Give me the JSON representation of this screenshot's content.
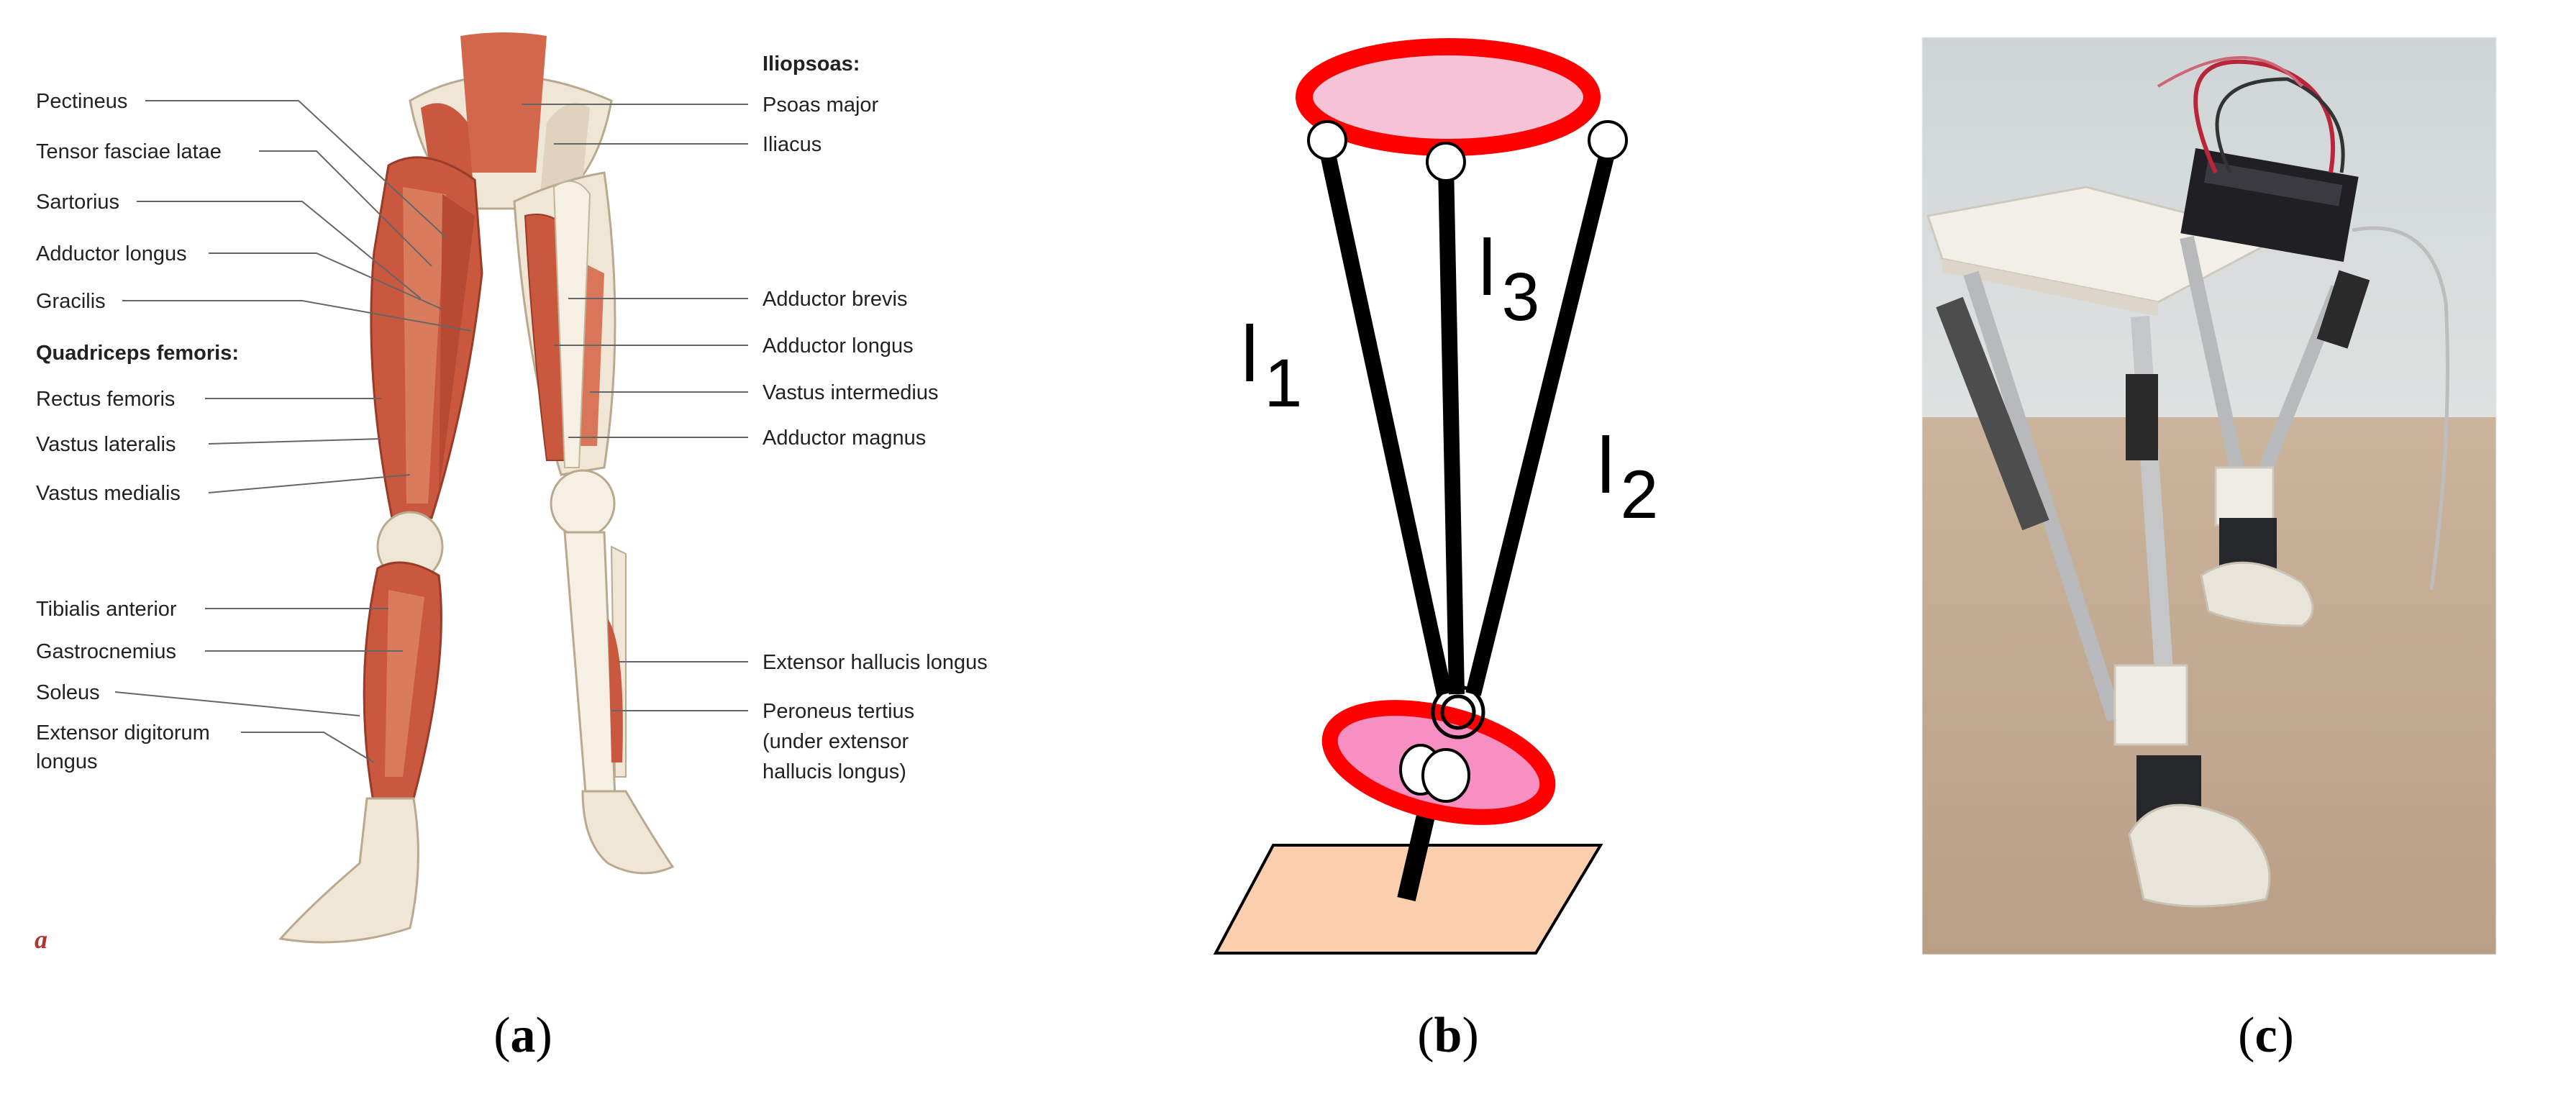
{
  "panel_a": {
    "labels_left": {
      "pectineus": "Pectineus",
      "tensor_fasciae_latae": "Tensor fasciae latae",
      "sartorius": "Sartorius",
      "adductor_longus": "Adductor longus",
      "gracilis": "Gracilis",
      "quadriceps_heading": "Quadriceps femoris:",
      "rectus_femoris": "Rectus femoris",
      "vastus_lateralis": "Vastus lateralis",
      "vastus_medialis": "Vastus medialis",
      "tibialis_anterior": "Tibialis anterior",
      "gastrocnemius": "Gastrocnemius",
      "soleus": "Soleus",
      "extensor_digitorum_1": "Extensor digitorum",
      "extensor_digitorum_2": "longus"
    },
    "labels_right": {
      "iliopsoas_heading": "Iliopsoas:",
      "psoas_major": "Psoas major",
      "iliacus": "Iliacus",
      "adductor_brevis": "Adductor brevis",
      "adductor_longus": "Adductor longus",
      "vastus_intermedius": "Vastus intermedius",
      "adductor_magnus": "Adductor magnus",
      "extensor_hallucis_longus": "Extensor hallucis longus",
      "peroneus_tertius_1": "Peroneus tertius",
      "peroneus_tertius_2": "(under extensor",
      "peroneus_tertius_3": "hallucis longus)"
    },
    "figure_letter": "a",
    "caption": {
      "open": "(",
      "letter": "a",
      "close": ")"
    }
  },
  "panel_b": {
    "leg_labels": {
      "l1": {
        "letter": "l",
        "sub": "1"
      },
      "l2": {
        "letter": "l",
        "sub": "2"
      },
      "l3": {
        "letter": "l",
        "sub": "3"
      }
    },
    "caption": {
      "open": "(",
      "letter": "b",
      "close": ")"
    }
  },
  "panel_c": {
    "caption": {
      "open": "(",
      "letter": "c",
      "close": ")"
    }
  },
  "colors": {
    "muscle": "#c9583e",
    "muscle_light": "#e08c6c",
    "bone": "#efe6d6",
    "platform_ring": "#ff0000",
    "platform_fill": "#f6c2d6",
    "ankle_fill": "#f78fc3",
    "floor_fill": "#fbcfae",
    "photo_wall": "#d7dcdc",
    "photo_floor": "#c3ab93"
  }
}
